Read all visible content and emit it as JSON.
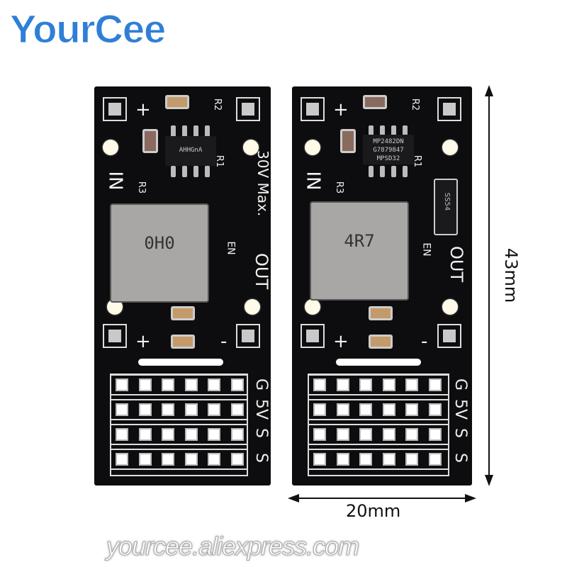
{
  "brand": {
    "logo_text": "YourCee",
    "color": "#2f7fd8"
  },
  "watermark": "yourcee.aliexpress.com",
  "boards": [
    {
      "chip_text": "AHHGnA",
      "inductor_text": "0H0",
      "labels": {
        "plus_top": "+",
        "in": "IN",
        "r2": "R2",
        "r1": "R1",
        "r3": "R3",
        "vmax": "30V Max.",
        "en": "EN",
        "out": "OUT",
        "plus_bottom": "+",
        "minus": "-"
      },
      "pin_rows": [
        "G",
        "5V",
        "S",
        "S"
      ]
    },
    {
      "chip_text": "MP2482DN G7879847 MPSD32",
      "inductor_text": "4R7",
      "diode_text": "SS54",
      "labels": {
        "plus_top": "+",
        "in": "IN",
        "r2": "R2",
        "r1": "R1",
        "r3": "R3",
        "en": "EN",
        "out": "OUT",
        "plus_bottom": "+",
        "minus": "-"
      },
      "pin_rows": [
        "G",
        "5V",
        "S",
        "S"
      ]
    }
  ],
  "dimensions": {
    "height": "43mm",
    "width": "20mm"
  }
}
